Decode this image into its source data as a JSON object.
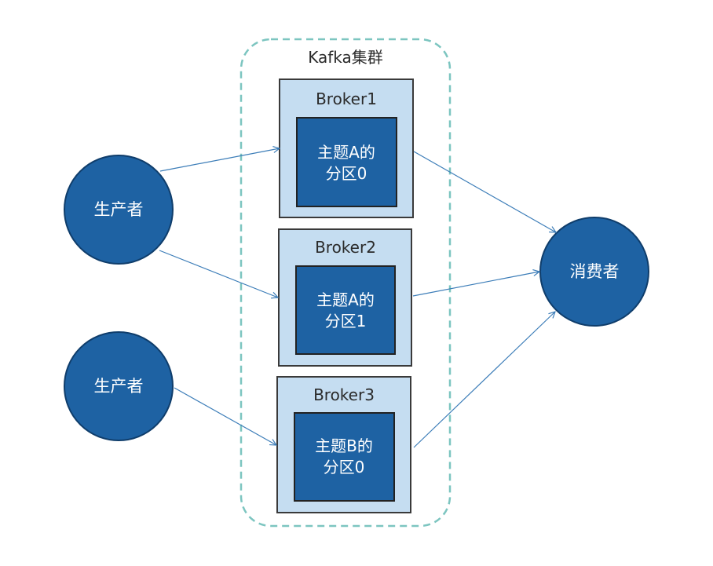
{
  "cluster": {
    "label": "Kafka集群"
  },
  "producers": [
    {
      "label": "生产者"
    },
    {
      "label": "生产者"
    }
  ],
  "consumer": {
    "label": "消费者"
  },
  "brokers": [
    {
      "label": "Broker1",
      "partition_line1": "主题A的",
      "partition_line2": "分区0"
    },
    {
      "label": "Broker2",
      "partition_line1": "主题A的",
      "partition_line2": "分区1"
    },
    {
      "label": "Broker3",
      "partition_line1": "主题B的",
      "partition_line2": "分区0"
    }
  ],
  "colors": {
    "node_fill": "#1E62A3",
    "node_stroke": "#0F3D6B",
    "broker_fill": "#C5DDF1",
    "broker_stroke": "#3A3A3A",
    "cluster_stroke": "#7CC5C0",
    "arrow": "#3C7DB8",
    "node_text": "#FFFFFF",
    "broker_text": "#2A2A2A"
  }
}
